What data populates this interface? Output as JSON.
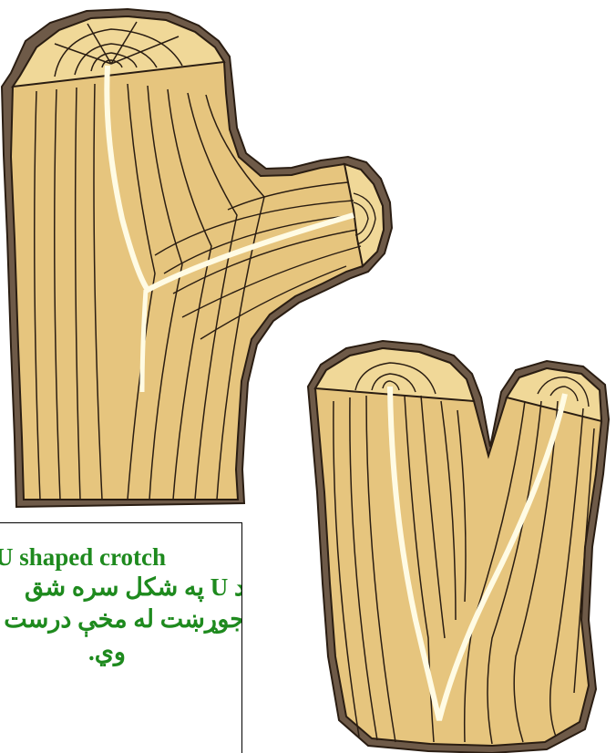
{
  "caption": {
    "title_en": "U shaped crotch",
    "line_ps_1": "د U په شکل سره شق",
    "line_ps_2": "جوړښت له مخې درست",
    "line_ps_3": "وي."
  },
  "colors": {
    "wood": "#e6c57e",
    "wood_light": "#f0d898",
    "bark": "#6e5a48",
    "grain": "#2a1d12",
    "pith": "#fffbe4"
  }
}
